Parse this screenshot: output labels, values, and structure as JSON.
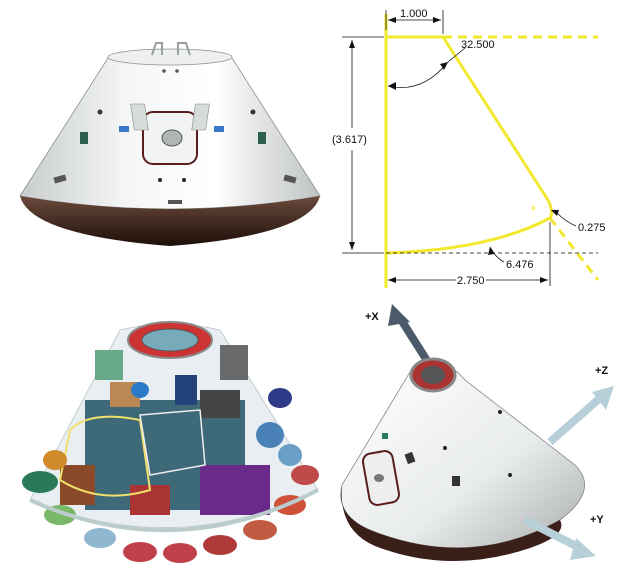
{
  "dimensions": {
    "top_width": "1.000",
    "cone_angle": "32.500",
    "height": "(3.617)",
    "corner_radius": "0.275",
    "base_radius": "6.476",
    "base_width": "2.750"
  },
  "axes": {
    "x": "+X",
    "y": "+Y",
    "z": "+Z"
  },
  "colors": {
    "profile_line": "#f2e82e",
    "capsule_body": "#e9ecec",
    "heat_shield": "#3a1f18",
    "axis_arrow_x": "#4a5a6a",
    "axis_arrow_yz": "#b7cfd9"
  }
}
